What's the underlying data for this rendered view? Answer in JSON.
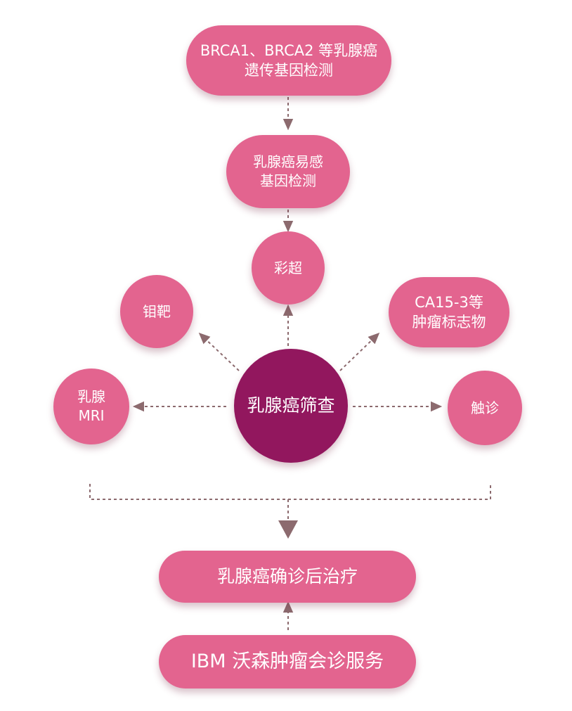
{
  "colors": {
    "node_pink": "#e3648f",
    "node_center": "#92175e",
    "connector": "#8c6a6e"
  },
  "nodes": {
    "genetic_test": "BRCA1、BRCA2 等乳腺癌\n遗传基因检测",
    "susceptibility_test": "乳腺癌易感\n基因检测",
    "ultrasound": "彩超",
    "mammography": "钼靶",
    "tumor_marker": "CA15-3等\n肿瘤标志物",
    "mri": "乳腺\nMRI",
    "palpation": "触诊",
    "center": "乳腺癌筛查",
    "treatment": "乳腺癌确诊后治疗",
    "ibm": "IBM 沃森肿瘤会诊服务"
  }
}
